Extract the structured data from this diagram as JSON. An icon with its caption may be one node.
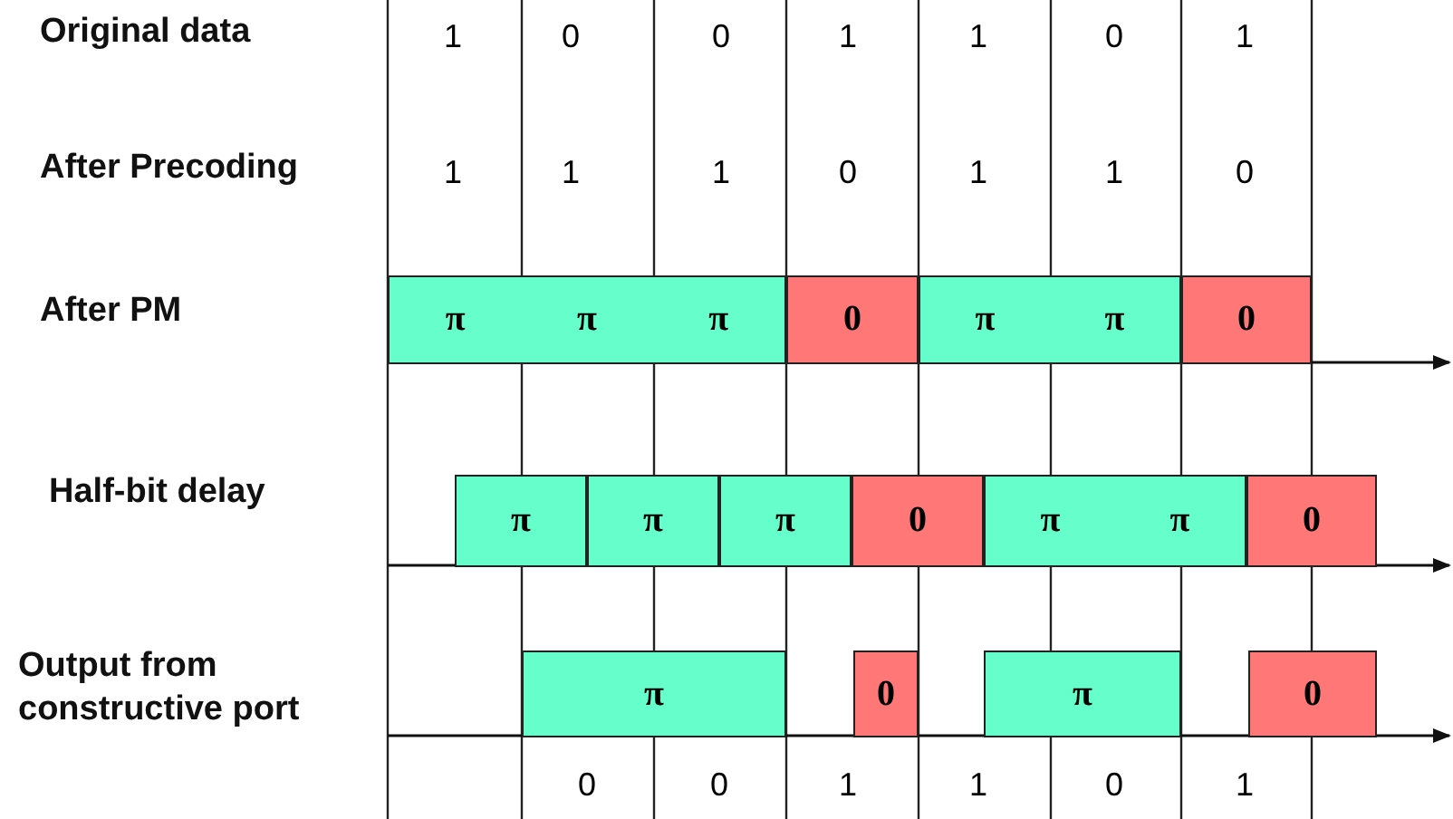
{
  "diagram": {
    "nodes": [
      {
        "text": [
          "π",
          "π",
          "π"
        ]
      },
      {
        "text": [
          "0"
        ]
      },
      {
        "text": [
          "π",
          "π"
        ]
      },
      {
        "text": [
          "0"
        ]
      },
      {
        "text": [
          "π"
        ]
      },
      {
        "text": [
          "π"
        ]
      },
      {
        "text": [
          "π"
        ]
      },
      {
        "text": [
          "0"
        ]
      },
      {
        "text": [
          "π",
          "π"
        ]
      },
      {
        "text": [
          "0"
        ]
      },
      {
        "text": [
          "π"
        ]
      },
      {
        "text": [
          "0"
        ]
      },
      {
        "text": [
          "π"
        ]
      },
      {
        "text": [
          "0"
        ]
      }
    ],
    "edges": [],
    "labels": [
      "Original data",
      "1",
      "0",
      "0",
      "1",
      "1",
      "0",
      "1",
      "After Precoding",
      "1",
      "1",
      "1",
      "0",
      "1",
      "1",
      "0",
      "After PM",
      "Half-bit delay",
      "Output from constructive port",
      "0",
      "0",
      "1",
      "1",
      "0",
      "1"
    ]
  }
}
